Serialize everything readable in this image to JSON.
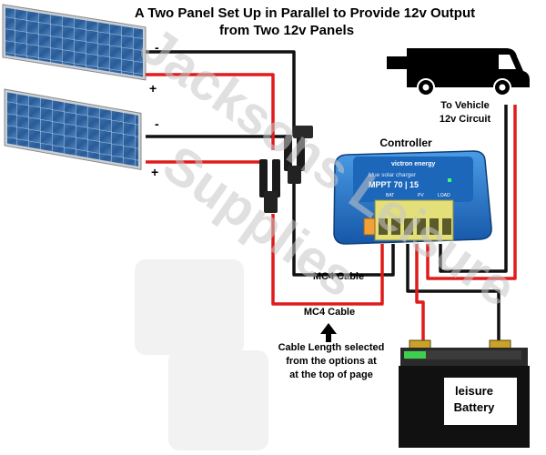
{
  "title": {
    "line1": "A Two Panel Set Up in Parallel to Provide 12v Output",
    "line2": "from Two 12v Panels"
  },
  "labels": {
    "to_vehicle_line1": "To Vehicle",
    "to_vehicle_line2": "12v Circuit",
    "controller": "Controller",
    "mc4_cable_1": "MC4 Cable",
    "mc4_cable_2": "MC4 Cable",
    "cable_note_line1": "Cable Length selected",
    "cable_note_line2": "from the options at",
    "cable_note_line3": "at the top of page",
    "battery_line1": "leisure",
    "battery_line2": "Battery",
    "panel1_neg": "-",
    "panel1_pos": "+",
    "panel2_neg": "-",
    "panel2_pos": "+"
  },
  "controller_face": {
    "brand": "victron energy",
    "line1": "blue solar charger",
    "model": "MPPT 70 | 15",
    "term_bat": "BAT",
    "term_pv": "PV",
    "term_load": "LOAD"
  },
  "watermark": {
    "line1": "Jacksons Leisure",
    "line2": "Supplies"
  },
  "colors": {
    "positive_wire": "#e01b1b",
    "negative_wire": "#111111",
    "controller_body": "#1f6fc4",
    "terminal_block": "#e3e07a",
    "panel_cell": "#2b5d9a"
  }
}
